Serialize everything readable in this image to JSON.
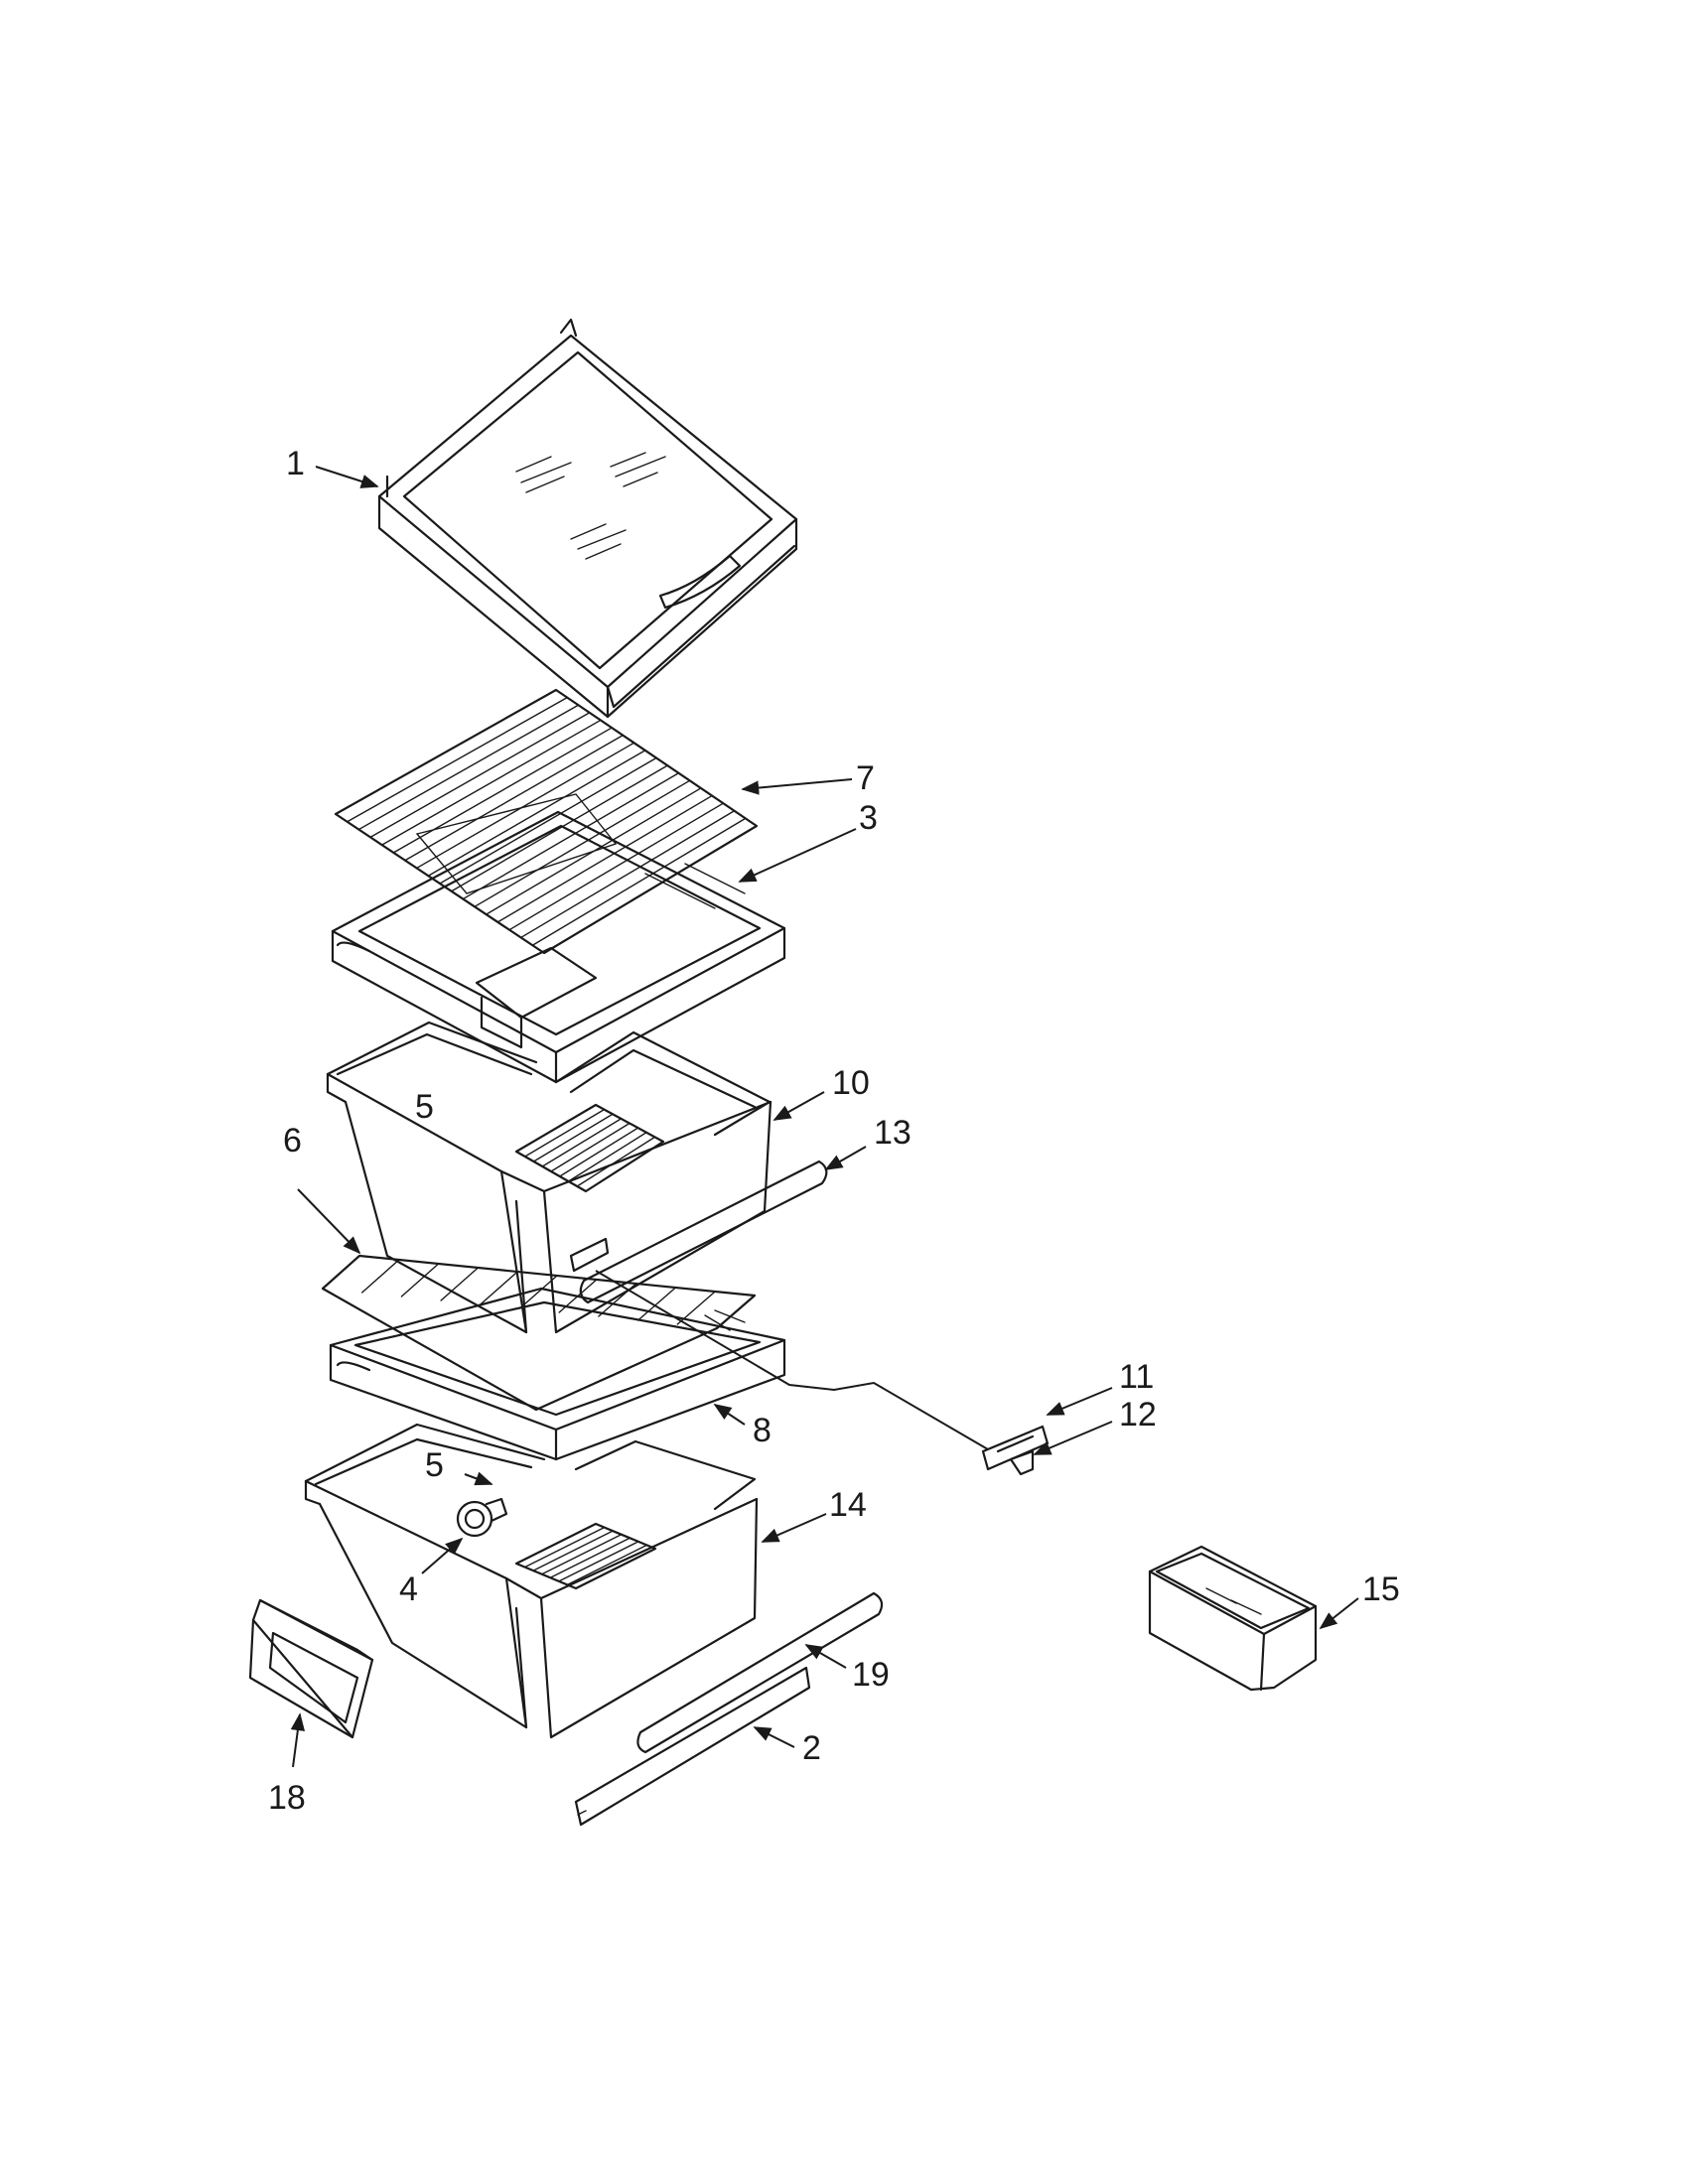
{
  "callouts": {
    "c1": "1",
    "c7": "7",
    "c3": "3",
    "c5a": "5",
    "c10": "10",
    "c13": "13",
    "c6": "6",
    "c8": "8",
    "c11": "11",
    "c12": "12",
    "c5b": "5",
    "c4": "4",
    "c14": "14",
    "c15": "15",
    "c19": "19",
    "c2": "2",
    "c18": "18"
  }
}
